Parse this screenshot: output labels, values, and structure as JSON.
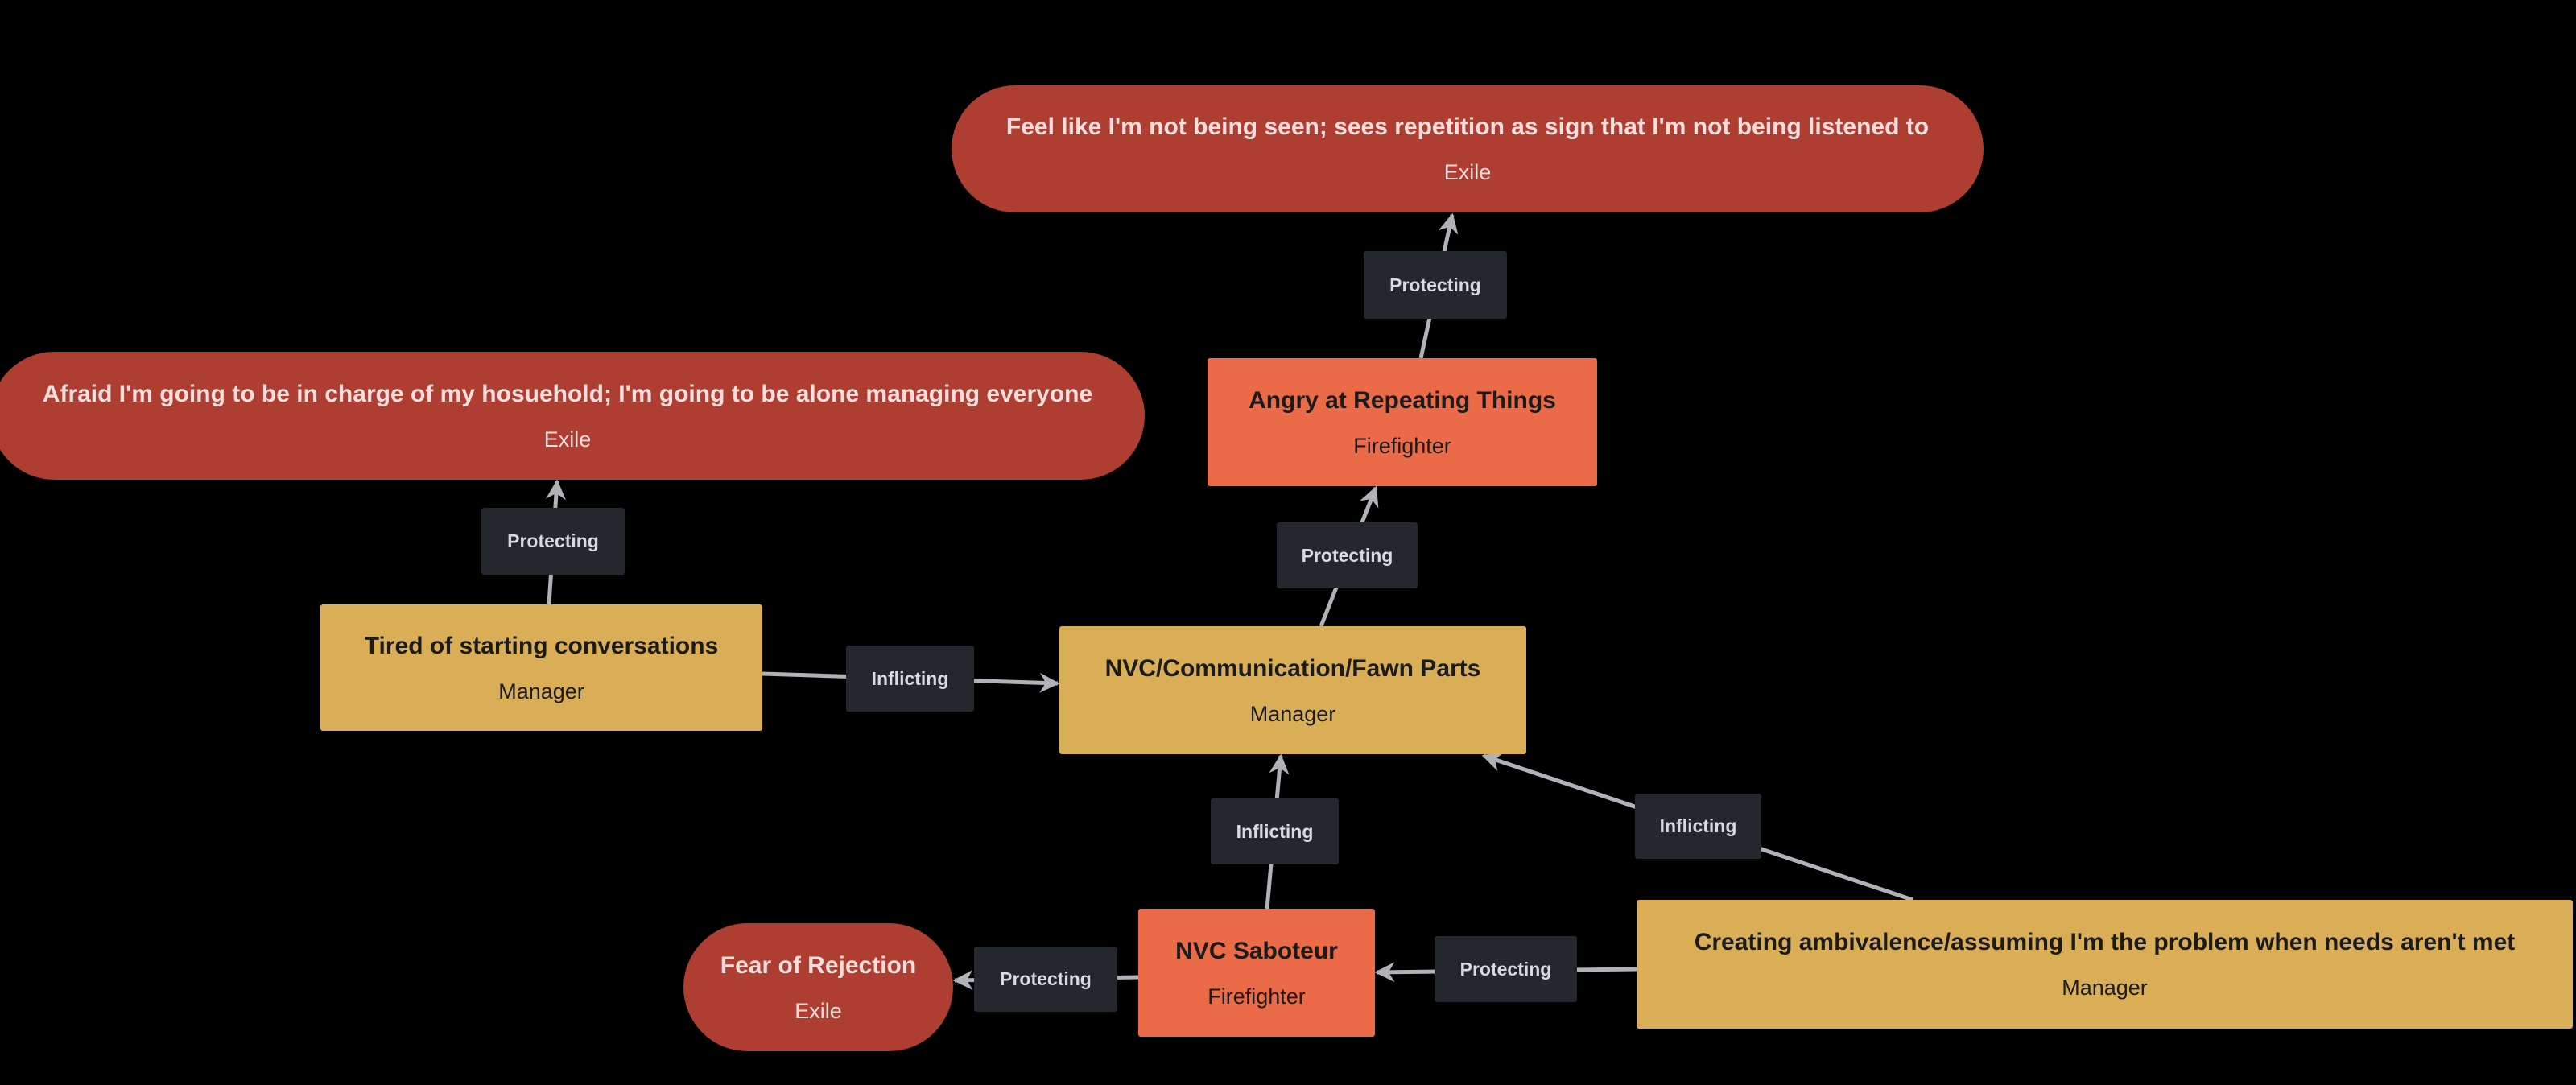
{
  "colors": {
    "exile": "#AE3D32",
    "firefighter": "#EB6A48",
    "manager": "#DAAD57",
    "edge_label": "#24272E",
    "edge": "#B0B2B8"
  },
  "nodes": {
    "seen": {
      "title": "Feel like I'm not being seen; sees repetition as sign that I'm not being listened to",
      "type": "Exile"
    },
    "afraid": {
      "title": "Afraid I'm going to be in charge of my hosuehold; I'm going to be alone managing everyone",
      "type": "Exile"
    },
    "angry": {
      "title": "Angry at Repeating Things",
      "type": "Firefighter"
    },
    "tired": {
      "title": "Tired of starting conversations",
      "type": "Manager"
    },
    "nvc": {
      "title": "NVC/Communication/Fawn Parts",
      "type": "Manager"
    },
    "saboteur": {
      "title": "NVC Saboteur",
      "type": "Firefighter"
    },
    "fear": {
      "title": "Fear of Rejection",
      "type": "Exile"
    },
    "creating": {
      "title": "Creating ambivalence/assuming I'm the problem when needs aren't met",
      "type": "Manager"
    }
  },
  "edges": [
    {
      "from": "angry",
      "to": "seen",
      "label": "Protecting"
    },
    {
      "from": "tired",
      "to": "afraid",
      "label": "Protecting"
    },
    {
      "from": "tired",
      "to": "nvc",
      "label": "Inflicting"
    },
    {
      "from": "nvc",
      "to": "angry",
      "label": "Protecting"
    },
    {
      "from": "saboteur",
      "to": "nvc",
      "label": "Inflicting"
    },
    {
      "from": "creating",
      "to": "nvc",
      "label": "Inflicting"
    },
    {
      "from": "saboteur",
      "to": "fear",
      "label": "Protecting"
    },
    {
      "from": "creating",
      "to": "saboteur",
      "label": "Protecting"
    }
  ]
}
